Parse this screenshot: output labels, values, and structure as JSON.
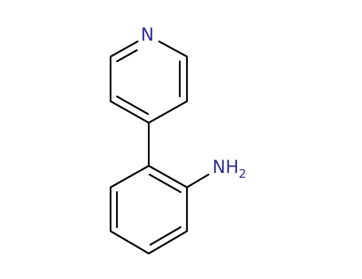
{
  "molecule": {
    "atom_color": "#2e2e91",
    "bond_color": "#000000",
    "labels": {
      "pyridine_nitrogen": "N",
      "amine_group": "NH",
      "amine_subscript": "2"
    }
  }
}
